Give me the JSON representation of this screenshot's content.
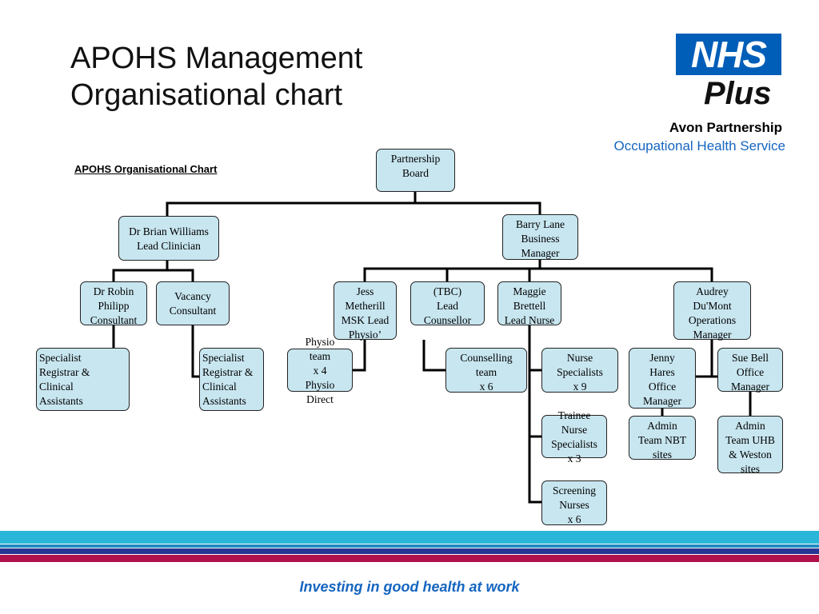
{
  "header": {
    "title_line1": "APOHS Management",
    "title_line2": "Organisational chart",
    "subtitle": "APOHS Organisational Chart"
  },
  "branding": {
    "logo_nhs": "NHS",
    "logo_plus": "Plus",
    "partnership": "Avon Partnership",
    "service": "Occupational Health Service",
    "brand_color": "#005EB8",
    "service_color": "#1565C0"
  },
  "footer": {
    "tagline": "Investing in good health at work",
    "band_colors": [
      "#29B6D8",
      "#1E8BC3",
      "#283593",
      "#B0104B"
    ]
  },
  "nodes": {
    "board": "Partnership\nBoard",
    "brian": "Dr Brian Williams\nLead Clinician",
    "barry": "Barry Lane\nBusiness\nManager",
    "robin": "Dr Robin\nPhilipp\nConsultant",
    "vacancy": "Vacancy\nConsultant",
    "jess": "Jess\nMetherill\nMSK Lead\nPhysio’",
    "tbc": "(TBC)\nLead\nCounsellor",
    "maggie": "Maggie\nBrettell\nLead Nurse",
    "audrey": "Audrey\nDu'Mont\nOperations\nManager",
    "reg1": "Specialist\nRegistrar &\nClinical\nAssistants",
    "reg2": "Specialist\nRegistrar &\nClinical\nAssistants",
    "physio": "Physio\nteam\nx 4\nPhysio\nDirect",
    "counselling": "Counselling\nteam\nx 6",
    "nurse_spec": "Nurse\nSpecialists\nx 9",
    "trainee": "Trainee\nNurse\nSpecialists\nx 3",
    "screening": "Screening\nNurses\nx 6",
    "jenny": "Jenny\nHares\nOffice\nManager",
    "sue": "Sue Bell\nOffice\nManager",
    "admin_nbt": "Admin\nTeam NBT\nsites",
    "admin_uhb": "Admin\nTeam UHB\n& Weston\nsites"
  }
}
